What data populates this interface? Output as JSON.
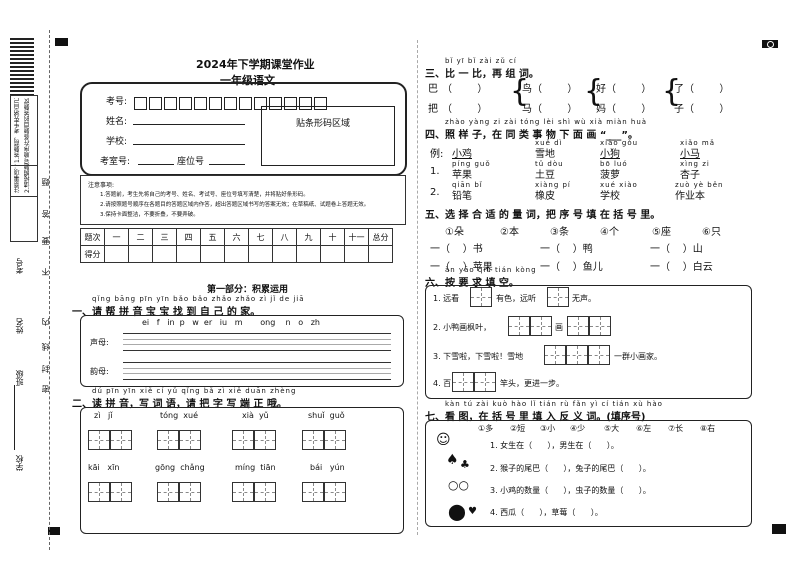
{
  "header": {
    "title": "2024年下学期课堂作业",
    "subtitle": "一年级语文"
  },
  "strip": {
    "school": "学校",
    "class": "班级",
    "name": "姓名",
    "exam_no": "考号",
    "seal_words": [
      "密",
      "封",
      "线",
      "内",
      "不",
      "要",
      "答",
      "题"
    ],
    "note_a": "注意事项：1.答题前，考生先将自己的考号、姓名等信息填写清楚，并认真核对条形码上的信息。",
    "note_b": "2.请按照题号顺序在各题目的答题区域内作答，超出答题区域书写的答案无效。"
  },
  "info": {
    "exam_no_label": "考号:",
    "name_label": "姓名:",
    "school_label": "学校:",
    "room_label": "考室号:",
    "seat_label": "座位号",
    "barcode_label": "贴条形码区域"
  },
  "notice": {
    "title": "注意事项:",
    "items": [
      "1.答题前，考生先将自己的考号、姓名、考试号、座位号填写清楚，并将贴好条形码。",
      "2.请按照题号顺序在各题目的答题区域内作答，超出答题区域书写的答案无效；在草稿纸、试题卷上答题无效。",
      "3.保持卡面整洁，不要折叠，不要弄破。"
    ]
  },
  "score_table": {
    "row1": [
      "题次",
      "一",
      "二",
      "三",
      "四",
      "五",
      "六",
      "七",
      "八",
      "九",
      "十",
      "十一",
      "总分"
    ],
    "row2_label": "得分"
  },
  "part1": {
    "title": "第一部分：积累运用"
  },
  "q1": {
    "pinyin": "qǐng bāng pīn yīn bǎo bǎo zhǎo zhǎo zì jǐ de jiā",
    "title": "一、请 帮 拼 音 宝 宝 找 到 自 己 的 家。",
    "letters": "ei   f   in  p   w  er   iu   m       ong    n   o   zh",
    "shengmu": "声母:",
    "yunmu": "韵母:"
  },
  "q2": {
    "pinyin": "dú pīn yīn xiě cí yǔ qǐng bǎ zì xiě duān zhèng",
    "title": "二、读 拼 音，写 词 语，请 把 字 写 端  正  哦。",
    "words": [
      "zì   jǐ",
      "tóng  xué",
      "xià  yǔ",
      "shuǐ  guǒ",
      "kāi   xīn",
      "gōng  chǎng",
      "míng  tiān",
      "bái   yún"
    ]
  },
  "q3": {
    "pinyin": "bǐ  yī  bǐ   zài zǔ cí",
    "title": "三、比 一 比，再 组 词。",
    "pairs": [
      [
        "巴（",
        "）",
        "（",
        "）"
      ],
      [
        "把（",
        "）",
        "（",
        "）"
      ]
    ],
    "chars": [
      "巴",
      "把",
      "鸟",
      "马",
      "好",
      "妈",
      "了",
      "子"
    ],
    "paren": "（        ）"
  },
  "q4": {
    "pinyin": "zhào yàng zi  zài tóng lèi shì wù xià miàn huà",
    "title": "四、照 样 子，在 同 类 事 物 下 面 画 “___”。",
    "rows": [
      {
        "label": "例:",
        "py": [
          "",
          "xuě dì",
          "xiǎo gǒu",
          "xiǎo mǎ"
        ],
        "words": [
          "小鸡",
          "雪地",
          "小狗",
          "小马"
        ]
      },
      {
        "label": "1.",
        "py": [
          "píng guǒ",
          "tǔ dòu",
          "bō luó",
          "xìng zi"
        ],
        "words": [
          "苹果",
          "土豆",
          "菠萝",
          "杏子"
        ]
      },
      {
        "label": "2.",
        "py": [
          "qiān bǐ",
          "xiàng pí",
          "xué xiào",
          "zuò yè běn"
        ],
        "words": [
          "铅笔",
          "橡皮",
          "学校",
          "作业本"
        ]
      }
    ]
  },
  "q5": {
    "title": "五、选 择 合 适 的 量 词，把 序 号 填 在 括 号 里。",
    "options": [
      "①朵",
      "②本",
      "③条",
      "④个",
      "⑤座",
      "⑥只"
    ],
    "row1": [
      "一（    ）书",
      "一（    ）鸭",
      "一（    ）山"
    ],
    "row2": [
      "一（    ）苹果",
      "一（    ）鱼儿",
      "一（    ）白云"
    ]
  },
  "q6": {
    "pinyin": "àn yāo qiú tián kòng",
    "title": "六、按 要 求 填 空。",
    "s1a": "1. 远看",
    "s1b": "有色，远听",
    "s1c": "无声。",
    "s2a": "2. 小鸭画枫叶，",
    "s2b": "画",
    "s3a": "3. 下雪啦，下雪啦！雪地",
    "s3b": "一群小画家。",
    "s4a": "4. 百",
    "s4b": "竿头，更进一步。"
  },
  "q7": {
    "pinyin": "kàn tú  zài kuò hào lǐ tián rù fǎn yì cí  tián xù hào",
    "title": "七、看 图，在 括 号 里 填 入 反 义 词。(填序号)",
    "options": [
      "①多",
      "②短",
      "③小",
      "④少",
      "⑤大",
      "⑥左",
      "⑦长",
      "⑧右"
    ],
    "s1": "1. 女生在（      ），男生在（      ）。",
    "s2": "2. 猴子的尾巴（      ），兔子的尾巴（      ）。",
    "s3": "3. 小鸡的数量（      ），虫子的数量（      ）。",
    "s4": "4. 西瓜（      ），草莓（      ）。"
  }
}
